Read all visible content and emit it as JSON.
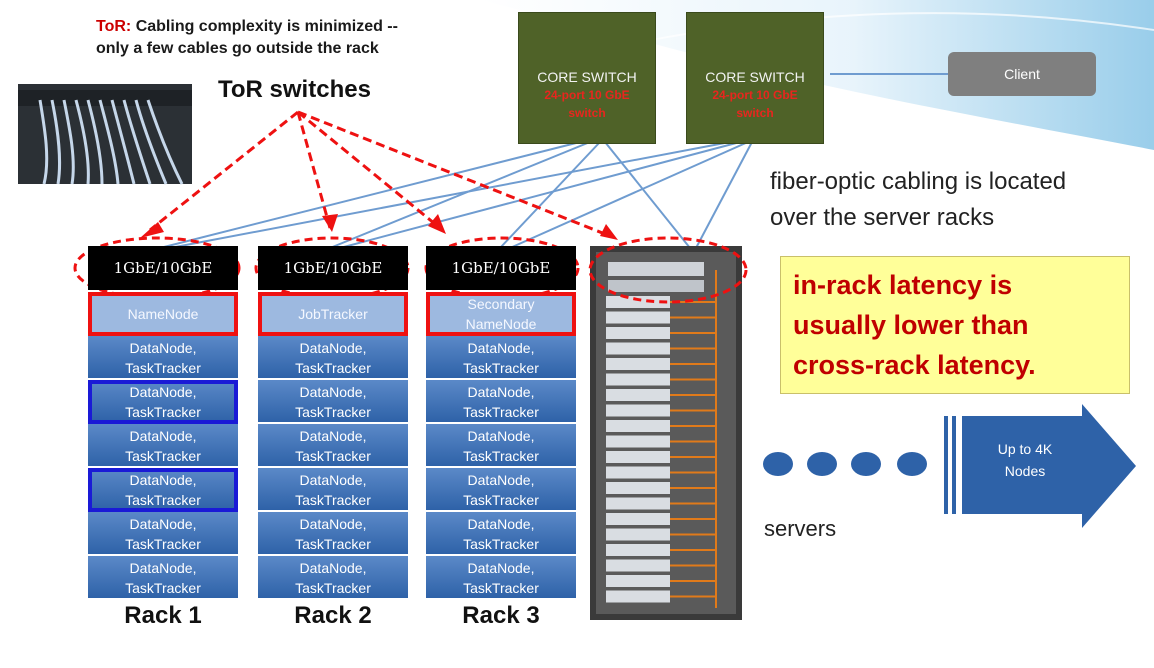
{
  "tor_note": {
    "prefix": "ToR:",
    "line1_rest": " Cabling complexity is minimized --",
    "line2": "only a few cables go outside the rack"
  },
  "tor_heading": "ToR switches",
  "core_switches": [
    {
      "title": "CORE SWITCH",
      "spec_line1": "24-port 10 GbE",
      "spec_line2": "switch"
    },
    {
      "title": "CORE SWITCH",
      "spec_line1": "24-port 10 GbE",
      "spec_line2": "switch"
    }
  ],
  "client_label": "Client",
  "fiber_note": [
    "fiber-optic cabling is located",
    "over the server racks"
  ],
  "latency_note": [
    "in-rack latency is",
    "usually lower than",
    "cross-rack latency."
  ],
  "racks": [
    {
      "label": "Rack 1",
      "switch": "1GbE/10GbE",
      "special": "NameNode",
      "nodes": [
        [
          "DataNode,",
          "TaskTracker"
        ],
        [
          "DataNode,",
          "TaskTracker"
        ],
        [
          "DataNode,",
          "TaskTracker"
        ],
        [
          "DataNode,",
          "TaskTracker"
        ],
        [
          "DataNode,",
          "TaskTracker"
        ],
        [
          "DataNode,",
          "TaskTracker"
        ]
      ]
    },
    {
      "label": "Rack 2",
      "switch": "1GbE/10GbE",
      "special": "JobTracker",
      "nodes": [
        [
          "DataNode,",
          "TaskTracker"
        ],
        [
          "DataNode,",
          "TaskTracker"
        ],
        [
          "DataNode,",
          "TaskTracker"
        ],
        [
          "DataNode,",
          "TaskTracker"
        ],
        [
          "DataNode,",
          "TaskTracker"
        ],
        [
          "DataNode,",
          "TaskTracker"
        ]
      ]
    },
    {
      "label": "Rack 3",
      "switch": "1GbE/10GbE",
      "special_line1": "Secondary",
      "special_line2": "NameNode",
      "nodes": [
        [
          "DataNode,",
          "TaskTracker"
        ],
        [
          "DataNode,",
          "TaskTracker"
        ],
        [
          "DataNode,",
          "TaskTracker"
        ],
        [
          "DataNode,",
          "TaskTracker"
        ],
        [
          "DataNode,",
          "TaskTracker"
        ],
        [
          "DataNode,",
          "TaskTracker"
        ]
      ]
    }
  ],
  "servers_label": "servers",
  "arrow_text": [
    "Up to 4K",
    "Nodes"
  ],
  "colors": {
    "core_switch": "#4f6228",
    "spec_text": "#e8261e",
    "node_blue": "#2e62a8",
    "highlight_red": "#ee1111",
    "highlight_blue": "#1a1ad6",
    "latency_bg": "#ffff99",
    "latency_text": "#c00000",
    "client": "#7f7f7f",
    "arrow": "#2e62a8"
  }
}
